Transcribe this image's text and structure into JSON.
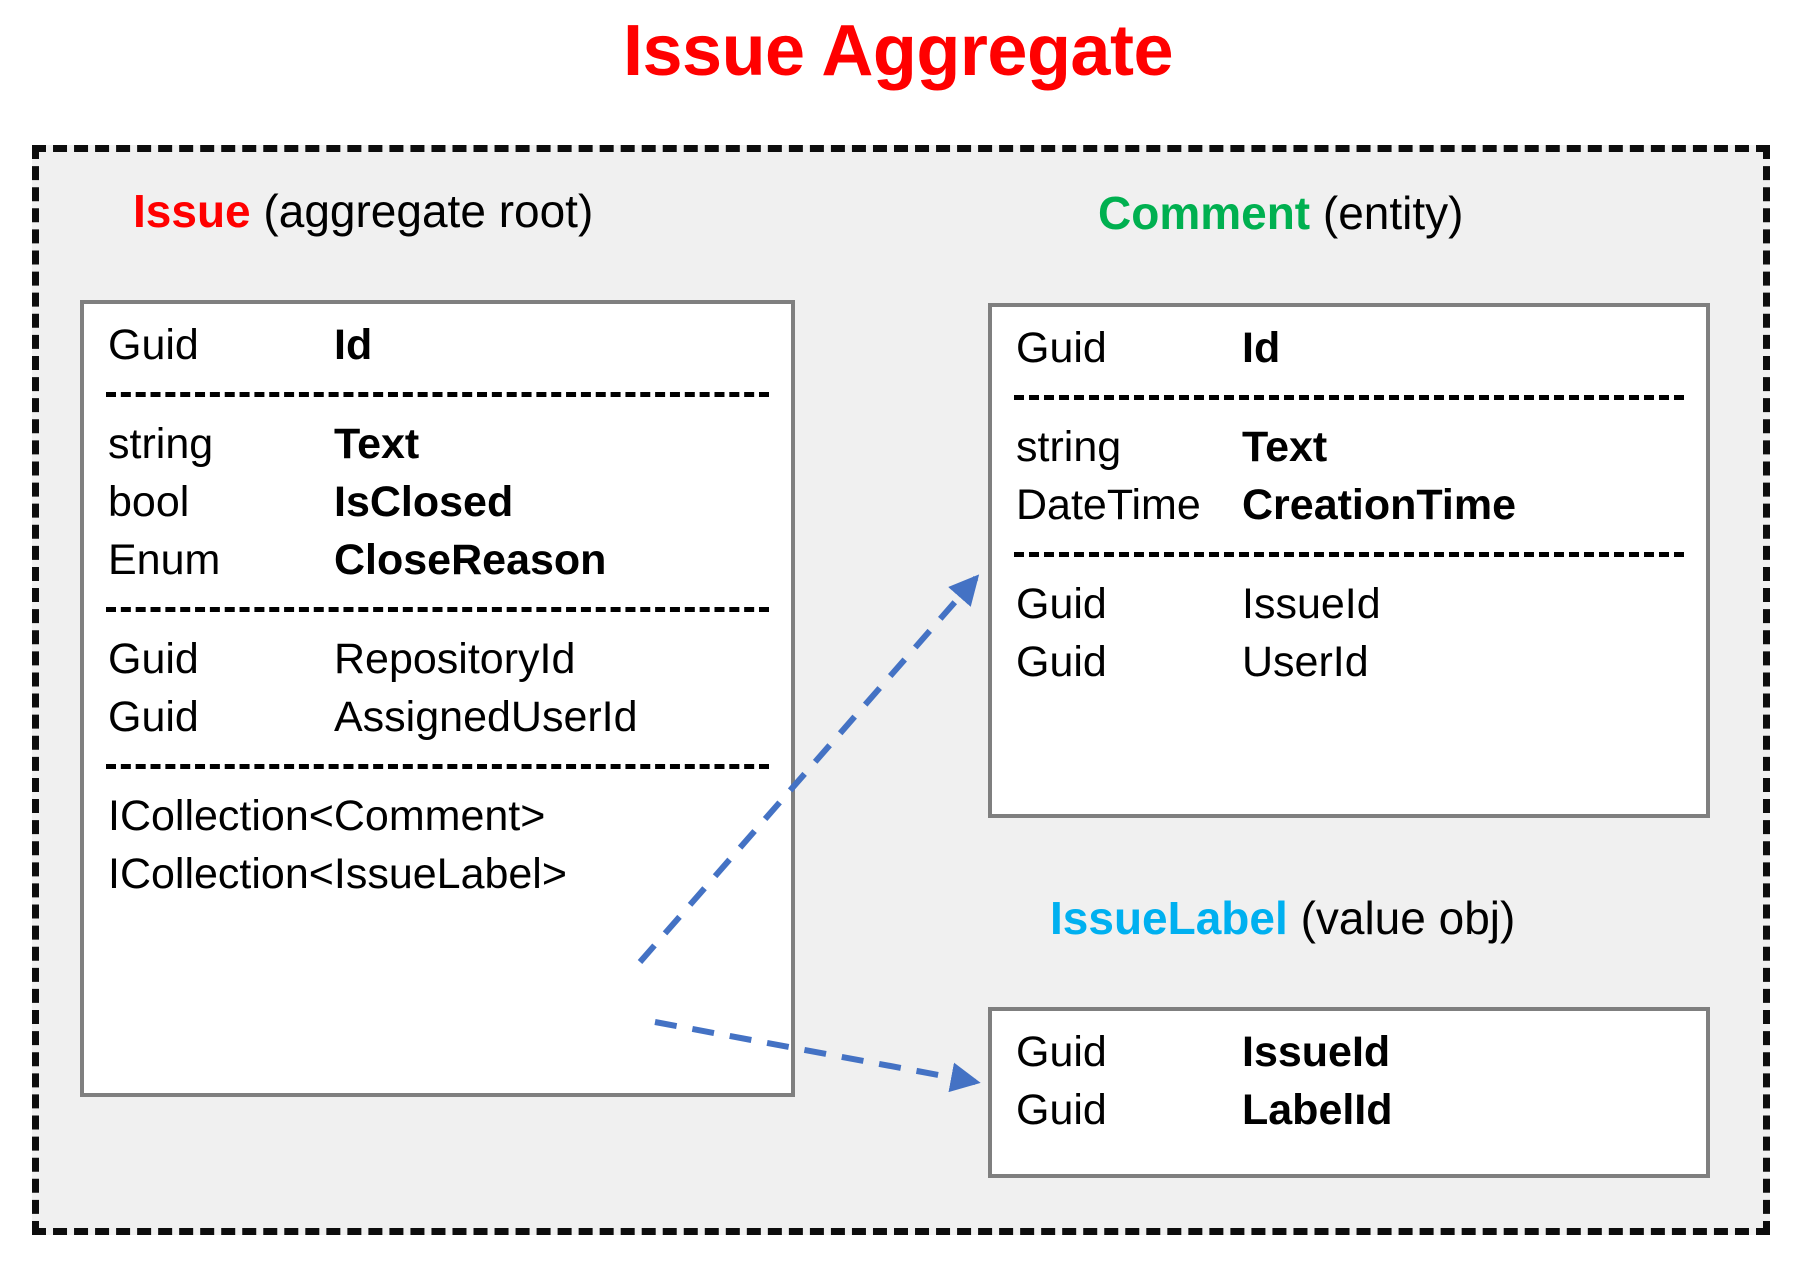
{
  "title": "Issue Aggregate",
  "colors": {
    "title": "#FF0000",
    "issue": "#FF0000",
    "comment": "#00B050",
    "issuelabel": "#00B0F0",
    "arrow": "#4472C4",
    "boundary": "#0D0D0D",
    "boundary_fill": "#F0F0F0",
    "box_border": "#7F7F7F"
  },
  "entities": {
    "issue": {
      "name": "Issue",
      "stereotype": "(aggregate root)",
      "groups": [
        {
          "rows": [
            {
              "type": "Guid",
              "name": "Id",
              "bold": true
            }
          ]
        },
        {
          "rows": [
            {
              "type": "string",
              "name": "Text",
              "bold": true
            },
            {
              "type": "bool",
              "name": "IsClosed",
              "bold": true
            },
            {
              "type": "Enum",
              "name": "CloseReason",
              "bold": true
            }
          ]
        },
        {
          "rows": [
            {
              "type": "Guid",
              "name": "RepositoryId",
              "bold": false
            },
            {
              "type": "Guid",
              "name": "AssignedUserId",
              "bold": false
            }
          ]
        },
        {
          "rows": [
            {
              "type": "ICollection<Comment>",
              "name": "",
              "bold": false,
              "wide": true
            },
            {
              "type": "ICollection<IssueLabel>",
              "name": "",
              "bold": false,
              "wide": true
            }
          ]
        }
      ]
    },
    "comment": {
      "name": "Comment",
      "stereotype": "(entity)",
      "groups": [
        {
          "rows": [
            {
              "type": "Guid",
              "name": "Id",
              "bold": true
            }
          ]
        },
        {
          "rows": [
            {
              "type": "string",
              "name": "Text",
              "bold": true
            },
            {
              "type": "DateTime",
              "name": "CreationTime",
              "bold": true
            }
          ]
        },
        {
          "rows": [
            {
              "type": "Guid",
              "name": "IssueId",
              "bold": false
            },
            {
              "type": "Guid",
              "name": "UserId",
              "bold": false
            }
          ]
        }
      ]
    },
    "issuelabel": {
      "name": "IssueLabel",
      "stereotype": "(value obj)",
      "groups": [
        {
          "rows": [
            {
              "type": "Guid",
              "name": "IssueId",
              "bold": true
            },
            {
              "type": "Guid",
              "name": "LabelId",
              "bold": true
            }
          ]
        }
      ]
    }
  },
  "relations": [
    {
      "from": "ICollection<Comment>",
      "to": "Comment"
    },
    {
      "from": "ICollection<IssueLabel>",
      "to": "IssueLabel"
    }
  ]
}
